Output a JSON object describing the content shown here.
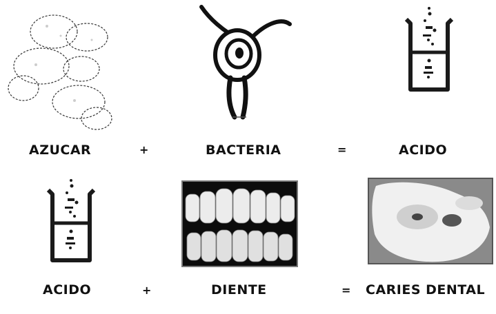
{
  "row1": {
    "term1": {
      "label": "AZUCAR",
      "icon": "sugar-cubes-icon"
    },
    "op1": "+",
    "term2": {
      "label": "BACTERIA",
      "icon": "bacteria-icon"
    },
    "op2": "=",
    "result": {
      "label": "ACIDO",
      "icon": "beaker-icon"
    }
  },
  "row2": {
    "term1": {
      "label": "ACIDO",
      "icon": "beaker-icon"
    },
    "op1": "+",
    "term2": {
      "label": "DIENTE",
      "icon": "teeth-photo"
    },
    "op2": "=",
    "result": {
      "label": "CARIES DENTAL",
      "icon": "caries-photo"
    }
  },
  "colors": {
    "ink": "#111111",
    "beaker": "#1a1a1a"
  }
}
